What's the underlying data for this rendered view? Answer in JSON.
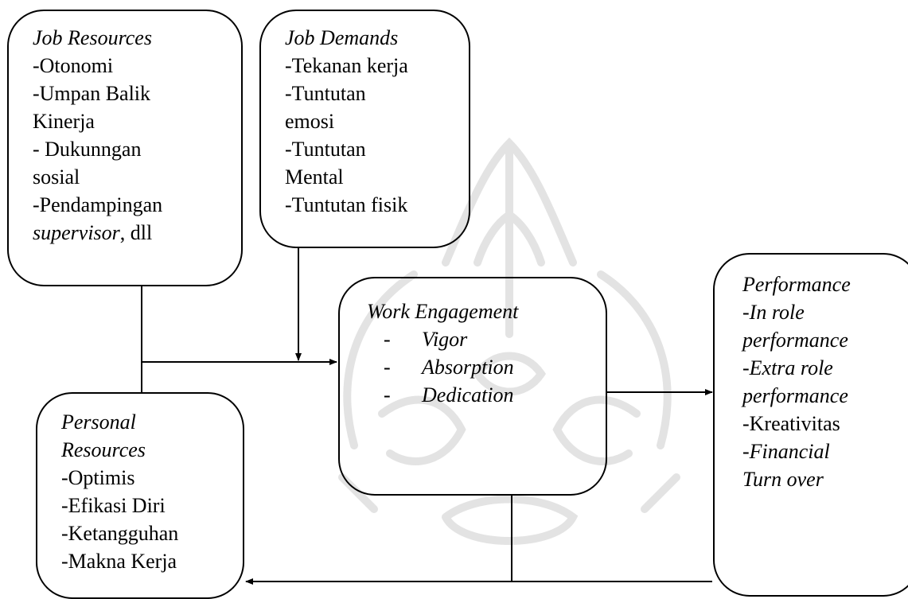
{
  "boxes": {
    "job_resources": {
      "title": "Job Resources",
      "items": [
        "-Otonomi",
        "-Umpan Balik",
        "Kinerja",
        "- Dukunngan",
        "sosial",
        "-Pendampingan"
      ],
      "last_italic": "supervisor",
      "last_rest": ", dll"
    },
    "job_demands": {
      "title": "Job Demands",
      "items": [
        "-Tekanan kerja",
        "-Tuntutan",
        "emosi",
        "-Tuntutan",
        "Mental",
        "-Tuntutan fisik"
      ]
    },
    "work_engagement": {
      "title": "Work Engagement",
      "dash": "-",
      "items": [
        "Vigor",
        "Absorption",
        "Dedication"
      ]
    },
    "personal_resources": {
      "title_lines": [
        "Personal",
        "Resources"
      ],
      "items": [
        "-Optimis",
        "-Efikasi Diri",
        "-Ketangguhan",
        "-Makna Kerja"
      ]
    },
    "performance": {
      "title": "Performance",
      "italic_items": [
        "-In role",
        "performance",
        "-Extra role",
        "performance"
      ],
      "plain_item": "-Kreativitas",
      "italic_tail": [
        "-Financial",
        "Turn over"
      ]
    }
  },
  "colors": {
    "line": "#000000",
    "watermark": "#e3e3e3"
  }
}
